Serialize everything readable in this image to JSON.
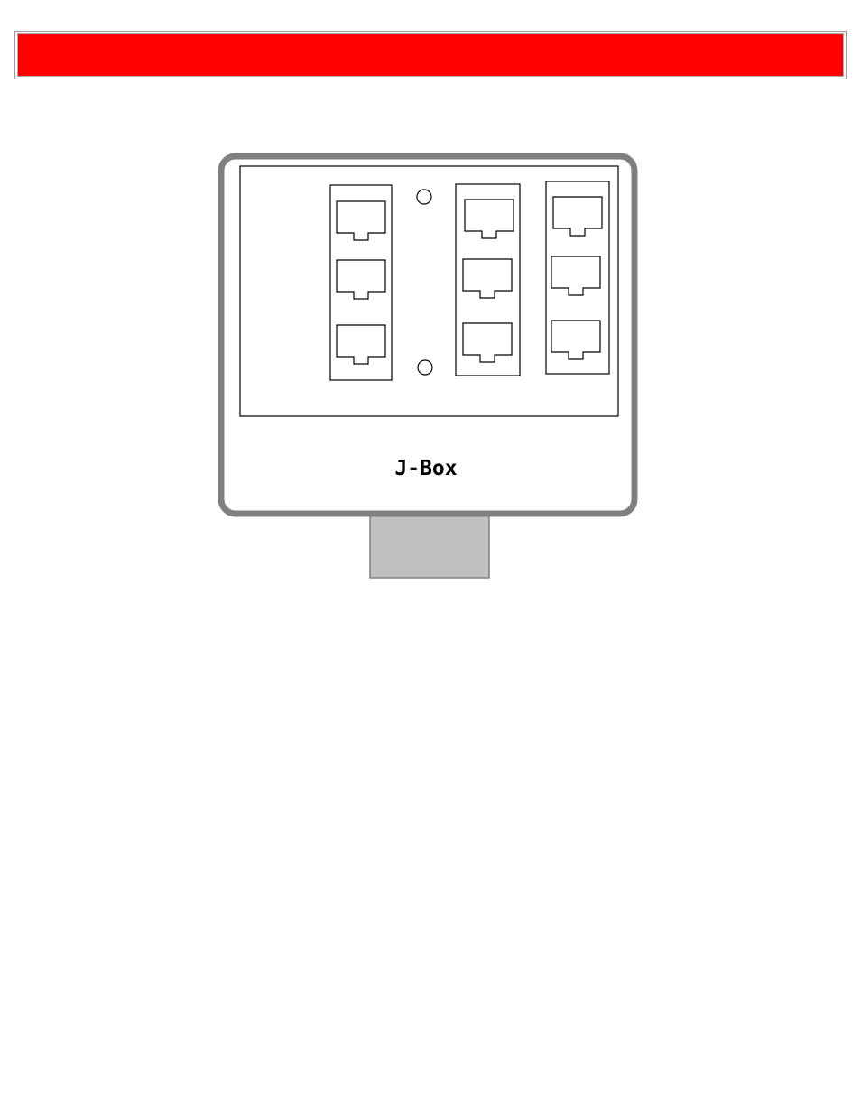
{
  "header": {
    "banner_color": "#ff0000"
  },
  "diagram": {
    "label": "J-Box",
    "outline_color": "#808080",
    "connector_color": "#c0c0c0",
    "line_color": "#000000",
    "panels": [
      {
        "name": "left",
        "ports": 3
      },
      {
        "name": "middle",
        "ports": 3
      },
      {
        "name": "right",
        "ports": 3
      }
    ],
    "screw_count": 2,
    "port_type": "rj45-jack-icon"
  }
}
